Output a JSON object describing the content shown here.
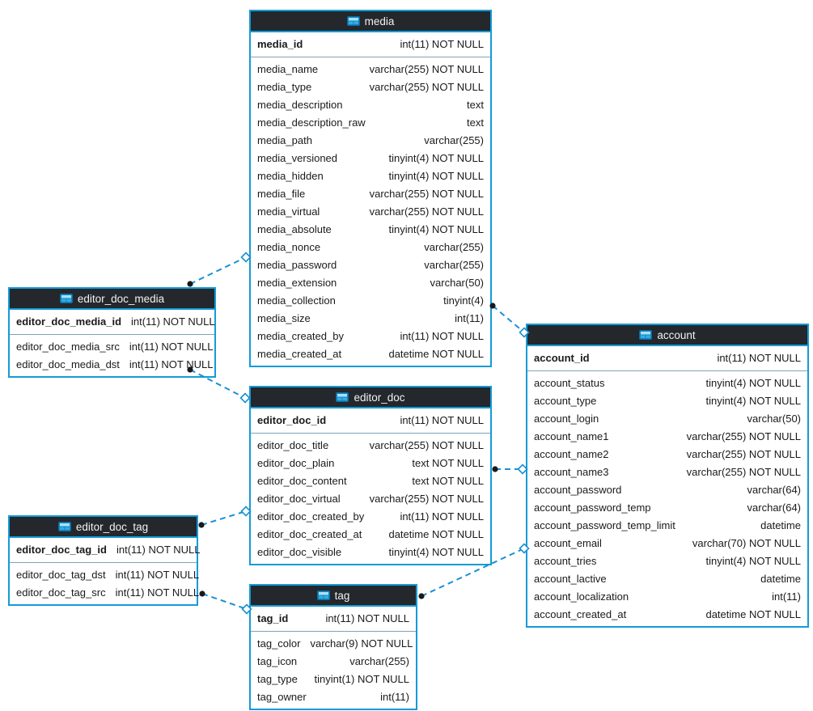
{
  "diagram": {
    "accent_blue": "#149bd7",
    "header_bg": "#24272c",
    "header_text": "#f2f2f2",
    "row_text": "#1a1a1a",
    "line_color": "#1a90d5",
    "background": "#ffffff"
  },
  "tables": [
    {
      "title": "media",
      "pk": {
        "name": "media_id",
        "type": "int(11) NOT NULL"
      },
      "fields": [
        {
          "name": "media_name",
          "type": "varchar(255) NOT NULL"
        },
        {
          "name": "media_type",
          "type": "varchar(255) NOT NULL"
        },
        {
          "name": "media_description",
          "type": "text"
        },
        {
          "name": "media_description_raw",
          "type": "text"
        },
        {
          "name": "media_path",
          "type": "varchar(255)"
        },
        {
          "name": "media_versioned",
          "type": "tinyint(4) NOT NULL"
        },
        {
          "name": "media_hidden",
          "type": "tinyint(4) NOT NULL"
        },
        {
          "name": "media_file",
          "type": "varchar(255) NOT NULL"
        },
        {
          "name": "media_virtual",
          "type": "varchar(255) NOT NULL"
        },
        {
          "name": "media_absolute",
          "type": "tinyint(4) NOT NULL"
        },
        {
          "name": "media_nonce",
          "type": "varchar(255)"
        },
        {
          "name": "media_password",
          "type": "varchar(255)"
        },
        {
          "name": "media_extension",
          "type": "varchar(50)"
        },
        {
          "name": "media_collection",
          "type": "tinyint(4)"
        },
        {
          "name": "media_size",
          "type": "int(11)"
        },
        {
          "name": "media_created_by",
          "type": "int(11) NOT NULL"
        },
        {
          "name": "media_created_at",
          "type": "datetime NOT NULL"
        }
      ]
    },
    {
      "title": "editor_doc_media",
      "pk": {
        "name": "editor_doc_media_id",
        "type": "int(11) NOT NULL"
      },
      "fields": [
        {
          "name": "editor_doc_media_src",
          "type": "int(11) NOT NULL"
        },
        {
          "name": "editor_doc_media_dst",
          "type": "int(11) NOT NULL"
        }
      ]
    },
    {
      "title": "editor_doc",
      "pk": {
        "name": "editor_doc_id",
        "type": "int(11) NOT NULL"
      },
      "fields": [
        {
          "name": "editor_doc_title",
          "type": "varchar(255) NOT NULL"
        },
        {
          "name": "editor_doc_plain",
          "type": "text NOT NULL"
        },
        {
          "name": "editor_doc_content",
          "type": "text NOT NULL"
        },
        {
          "name": "editor_doc_virtual",
          "type": "varchar(255) NOT NULL"
        },
        {
          "name": "editor_doc_created_by",
          "type": "int(11) NOT NULL"
        },
        {
          "name": "editor_doc_created_at",
          "type": "datetime NOT NULL"
        },
        {
          "name": "editor_doc_visible",
          "type": "tinyint(4) NOT NULL"
        }
      ]
    },
    {
      "title": "editor_doc_tag",
      "pk": {
        "name": "editor_doc_tag_id",
        "type": "int(11) NOT NULL"
      },
      "fields": [
        {
          "name": "editor_doc_tag_dst",
          "type": "int(11) NOT NULL"
        },
        {
          "name": "editor_doc_tag_src",
          "type": "int(11) NOT NULL"
        }
      ]
    },
    {
      "title": "tag",
      "pk": {
        "name": "tag_id",
        "type": "int(11) NOT NULL"
      },
      "fields": [
        {
          "name": "tag_color",
          "type": "varchar(9) NOT NULL"
        },
        {
          "name": "tag_icon",
          "type": "varchar(255)"
        },
        {
          "name": "tag_type",
          "type": "tinyint(1) NOT NULL"
        },
        {
          "name": "tag_owner",
          "type": "int(11)"
        }
      ]
    },
    {
      "title": "account",
      "pk": {
        "name": "account_id",
        "type": "int(11) NOT NULL"
      },
      "fields": [
        {
          "name": "account_status",
          "type": "tinyint(4) NOT NULL"
        },
        {
          "name": "account_type",
          "type": "tinyint(4) NOT NULL"
        },
        {
          "name": "account_login",
          "type": "varchar(50)"
        },
        {
          "name": "account_name1",
          "type": "varchar(255) NOT NULL"
        },
        {
          "name": "account_name2",
          "type": "varchar(255) NOT NULL"
        },
        {
          "name": "account_name3",
          "type": "varchar(255) NOT NULL"
        },
        {
          "name": "account_password",
          "type": "varchar(64)"
        },
        {
          "name": "account_password_temp",
          "type": "varchar(64)"
        },
        {
          "name": "account_password_temp_limit",
          "type": "datetime"
        },
        {
          "name": "account_email",
          "type": "varchar(70) NOT NULL"
        },
        {
          "name": "account_tries",
          "type": "tinyint(4) NOT NULL"
        },
        {
          "name": "account_lactive",
          "type": "datetime"
        },
        {
          "name": "account_localization",
          "type": "int(11)"
        },
        {
          "name": "account_created_at",
          "type": "datetime NOT NULL"
        }
      ]
    }
  ],
  "relationships": [
    {
      "from": "editor_doc_media",
      "to": "media"
    },
    {
      "from": "editor_doc_media",
      "to": "editor_doc"
    },
    {
      "from": "editor_doc_tag",
      "to": "editor_doc"
    },
    {
      "from": "editor_doc_tag",
      "to": "tag"
    },
    {
      "from": "media",
      "to": "account"
    },
    {
      "from": "editor_doc",
      "to": "account"
    },
    {
      "from": "tag",
      "to": "account"
    }
  ]
}
